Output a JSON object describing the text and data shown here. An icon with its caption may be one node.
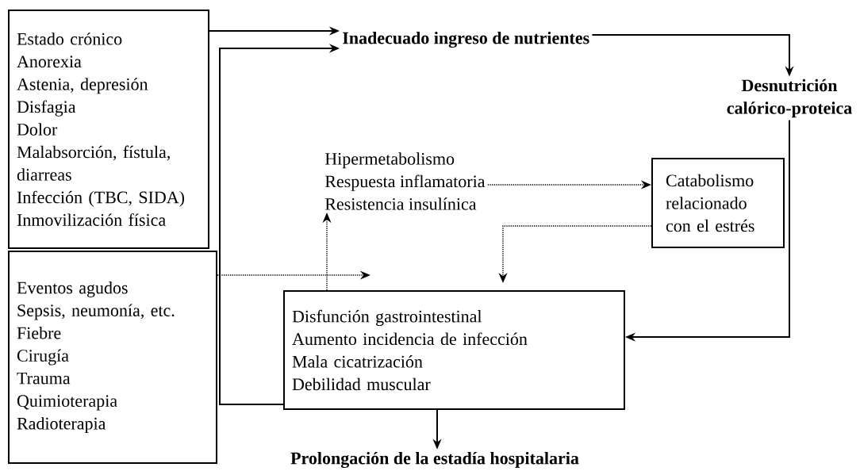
{
  "diagram": {
    "nodes": [
      {
        "text": [
          "Estado crónico",
          "Anorexia",
          "Astenia, depresión",
          "Disfagia",
          "Dolor",
          "Malabsorción, fístula, diarreas",
          "Infección (TBC, SIDA)",
          "Inmovilización física"
        ]
      },
      {
        "text": [
          "Inadecuado ingreso de nutrientes"
        ]
      },
      {
        "text": [
          "Desnutrición calórico-proteica"
        ]
      },
      {
        "text": [
          "Hipermetabolismo",
          "Respuesta inflamatoria",
          "Resistencia insulínica"
        ]
      },
      {
        "text": [
          "Catabolismo relacionado con el estrés"
        ]
      },
      {
        "text": [
          "Eventos agudos",
          "Sepsis, neumonía, etc.",
          "Fiebre",
          "Cirugía",
          "Trauma",
          "Quimioterapia",
          "Radioterapia"
        ]
      },
      {
        "text": [
          "Disfunción gastrointestinal",
          "Aumento incidencia de infección",
          "Mala cicatrización",
          "Debilidad muscular"
        ]
      },
      {
        "text": [
          "Prolongación de la estadía hospitalaria"
        ]
      }
    ],
    "edges": [
      {
        "from": 0,
        "to": 1,
        "arrow": "to"
      },
      {
        "from": 6,
        "to": 1,
        "arrow": "to"
      },
      {
        "from": 1,
        "to": 2,
        "arrow": "to"
      },
      {
        "from": 2,
        "to": 6,
        "arrow": "to"
      },
      {
        "from": 3,
        "to": 4,
        "arrow": "to",
        "style": "dashed"
      },
      {
        "from": 4,
        "to": 6,
        "arrow": "to",
        "style": "dashed"
      },
      {
        "from": 5,
        "to": 6,
        "arrow": "to",
        "style": "dashed"
      },
      {
        "from": 6,
        "to": 3,
        "arrow": "to",
        "style": "dashed"
      },
      {
        "from": 6,
        "to": 7,
        "arrow": "to"
      }
    ]
  }
}
